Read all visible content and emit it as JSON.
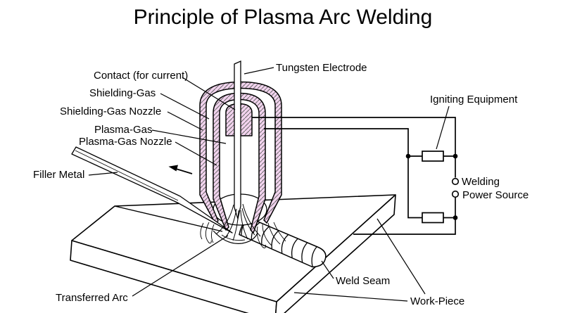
{
  "title": "Principle of Plasma Arc Welding",
  "labels": {
    "tungsten_electrode": "Tungsten Electrode",
    "contact": "Contact (for current)",
    "shielding_gas": "Shielding-Gas",
    "shielding_gas_nozzle": "Shielding-Gas Nozzle",
    "plasma_gas": "Plasma-Gas",
    "plasma_gas_nozzle": "Plasma-Gas Nozzle",
    "filler_metal": "Filler Metal",
    "igniting_equipment": "Igniting Equipment",
    "welding": "Welding",
    "power_source": "Power Source",
    "transferred_arc": "Transferred Arc",
    "weld_seam": "Weld Seam",
    "work_piece": "Work-Piece"
  },
  "colors": {
    "background": "#ffffff",
    "ink": "#000000",
    "nozzle_fill": "#f2d3ee",
    "hatch_line": "#6a6a6a"
  }
}
